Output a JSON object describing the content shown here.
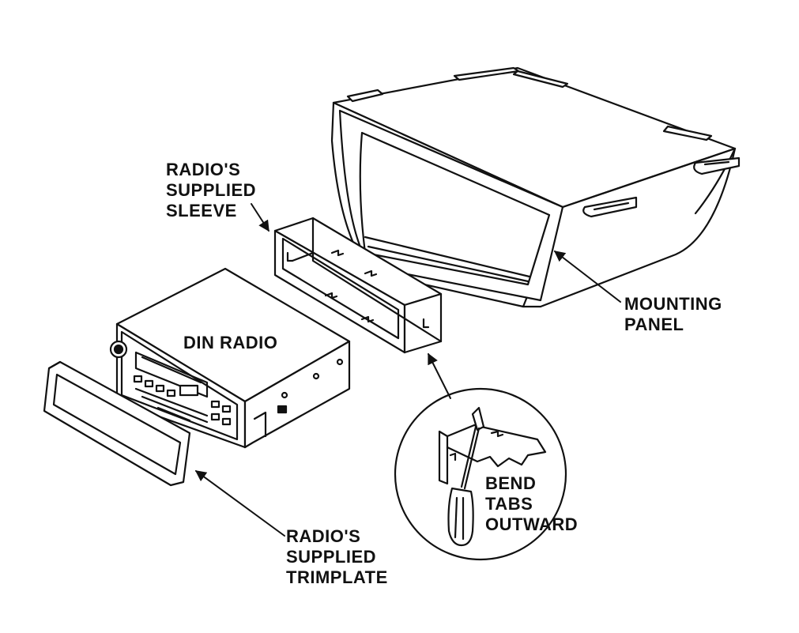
{
  "labels": {
    "sleeve": [
      "RADIO'S",
      "SUPPLIED",
      "SLEEVE"
    ],
    "din_radio": [
      "DIN RADIO"
    ],
    "mounting_panel": [
      "MOUNTING",
      "PANEL"
    ],
    "bend_tabs": [
      "BEND",
      "TABS",
      "OUTWARD"
    ],
    "trimplate": [
      "RADIO'S",
      "SUPPLIED",
      "TRIMPLATE"
    ]
  },
  "colors": {
    "line": "#111111",
    "background": "#ffffff"
  }
}
